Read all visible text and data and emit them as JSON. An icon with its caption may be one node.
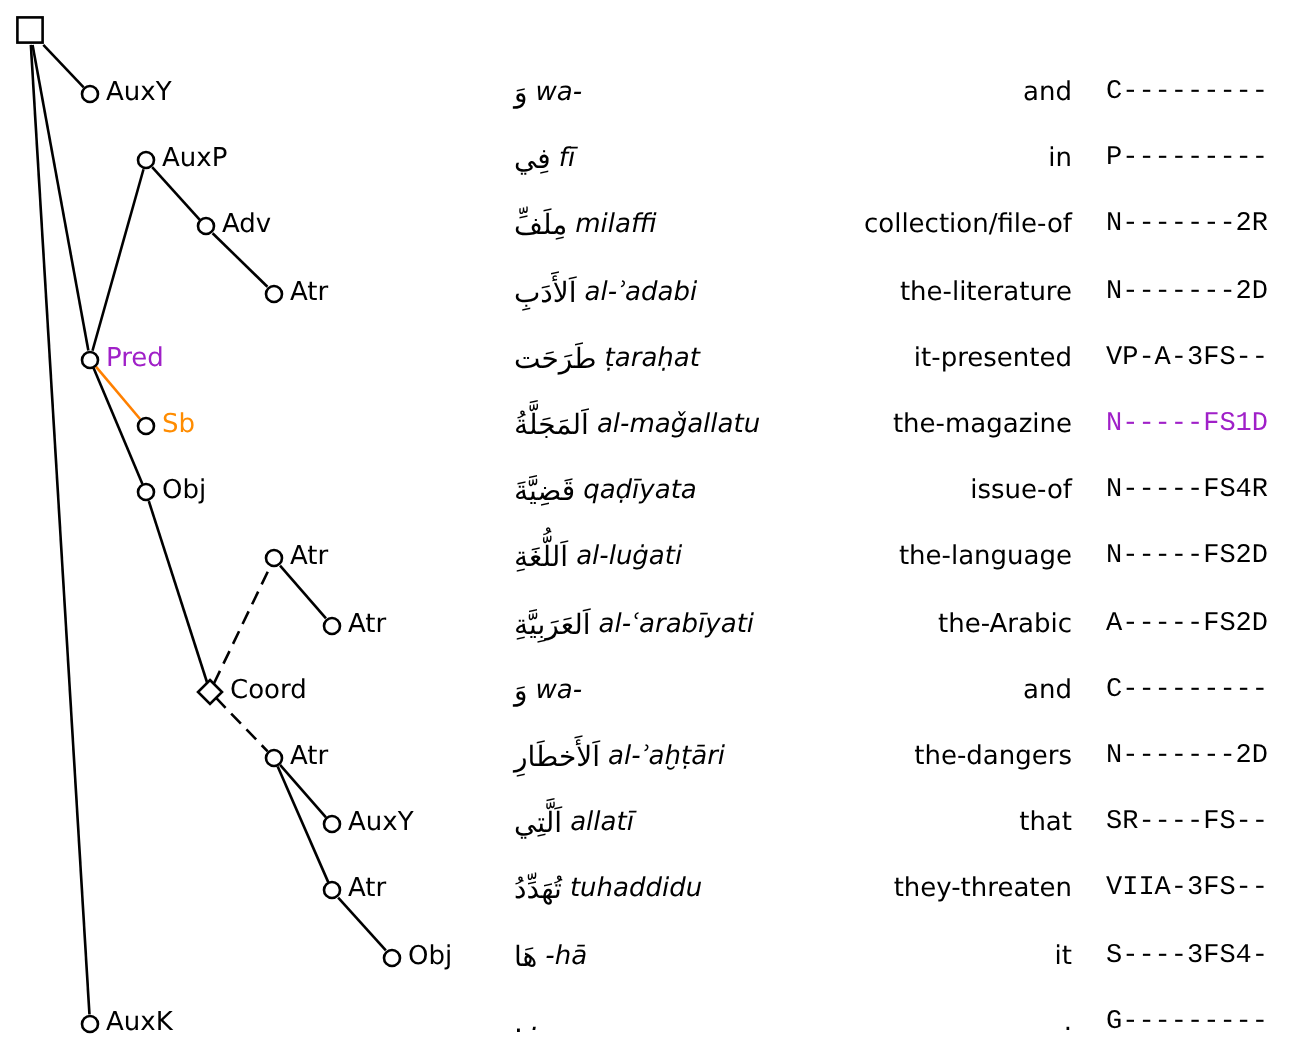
{
  "diagram": {
    "nodes": [
      {
        "text": [],
        "shape": "box"
      },
      {
        "text": [
          "AuxY"
        ]
      },
      {
        "text": [
          "AuxP"
        ]
      },
      {
        "text": [
          "Adv"
        ]
      },
      {
        "text": [
          "Atr"
        ]
      },
      {
        "text": [
          "Pred"
        ]
      },
      {
        "text": [
          "Sb"
        ]
      },
      {
        "text": [
          "Obj"
        ]
      },
      {
        "text": [
          "Atr"
        ]
      },
      {
        "text": [
          "Atr"
        ]
      },
      {
        "text": [
          "Coord"
        ]
      },
      {
        "text": [
          "Atr"
        ]
      },
      {
        "text": [
          "AuxY"
        ]
      },
      {
        "text": [
          "Atr"
        ]
      },
      {
        "text": [
          "Obj"
        ]
      },
      {
        "text": [
          "AuxK"
        ]
      }
    ],
    "edges": [
      {
        "from": 0,
        "to": 1,
        "arrow": "none"
      },
      {
        "from": 0,
        "to": 5,
        "arrow": "none"
      },
      {
        "from": 0,
        "to": 15,
        "arrow": "none"
      },
      {
        "from": 5,
        "to": 2,
        "arrow": "none"
      },
      {
        "from": 2,
        "to": 3,
        "arrow": "none"
      },
      {
        "from": 3,
        "to": 4,
        "arrow": "none"
      },
      {
        "from": 5,
        "to": 6,
        "arrow": "none",
        "color": "#ff8000"
      },
      {
        "from": 5,
        "to": 7,
        "arrow": "none"
      },
      {
        "from": 7,
        "to": 10,
        "arrow": "none"
      },
      {
        "from": 10,
        "to": 8,
        "arrow": "none",
        "style": "dashed"
      },
      {
        "from": 8,
        "to": 9,
        "arrow": "none"
      },
      {
        "from": 10,
        "to": 11,
        "arrow": "none",
        "style": "dashed"
      },
      {
        "from": 11,
        "to": 12,
        "arrow": "none"
      },
      {
        "from": 11,
        "to": 13,
        "arrow": "none"
      },
      {
        "from": 13,
        "to": 14,
        "arrow": "none"
      }
    ],
    "labels": [
      "وَ",
      "wa-",
      "and",
      "C---------",
      "فِي",
      "fī",
      "in",
      "P---------",
      "مِلَفِّ",
      "milaffi",
      "collection/file-of",
      "N-------2R",
      "اَلأَدَبِ",
      "al-ʾadabi",
      "the-literature",
      "N-------2D",
      "طَرَحَت",
      "ṭaraḥat",
      "it-presented",
      "VP-A-3FS--",
      "اَلمَجَلَّةُ",
      "al-maǧallatu",
      "the-magazine",
      "N-----FS1D",
      "قَضِيَّةَ",
      "qaḍīyata",
      "issue-of",
      "N-----FS4R",
      "اَللُّغَةِ",
      "al-luġati",
      "the-language",
      "N-----FS2D",
      "اَلعَرَبِيَّةِ",
      "al-ʿarabīyati",
      "the-Arabic",
      "A-----FS2D",
      "وَ",
      "wa-",
      "and",
      "C---------",
      "اَلأَخطَارِ",
      "al-ʾaḫṭāri",
      "the-dangers",
      "N-------2D",
      "اَلَّتِي",
      "allatī",
      "that",
      "SR----FS--",
      "تُهَدِّدُ",
      "tuhaddidu",
      "they-threaten",
      "VIIA-3FS--",
      "هَا",
      "-hā",
      "it",
      "S----3FS4-",
      ".",
      ".",
      ".",
      "G---------"
    ]
  }
}
